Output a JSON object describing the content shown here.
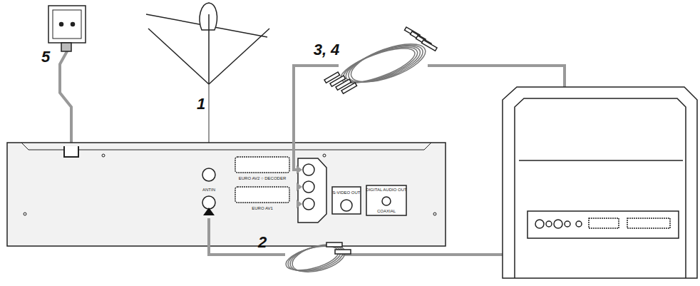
{
  "diagram": {
    "nodes": [
      {
        "text": [
          "ANTIN",
          "EURO AV2 ○ DECODER",
          "EURO AV1",
          "S-VIDEO OUT",
          "DIGITAL AUDIO OUT",
          "COAXIAL"
        ]
      }
    ],
    "labels": [
      "5",
      "1",
      "3, 4",
      "2"
    ]
  }
}
